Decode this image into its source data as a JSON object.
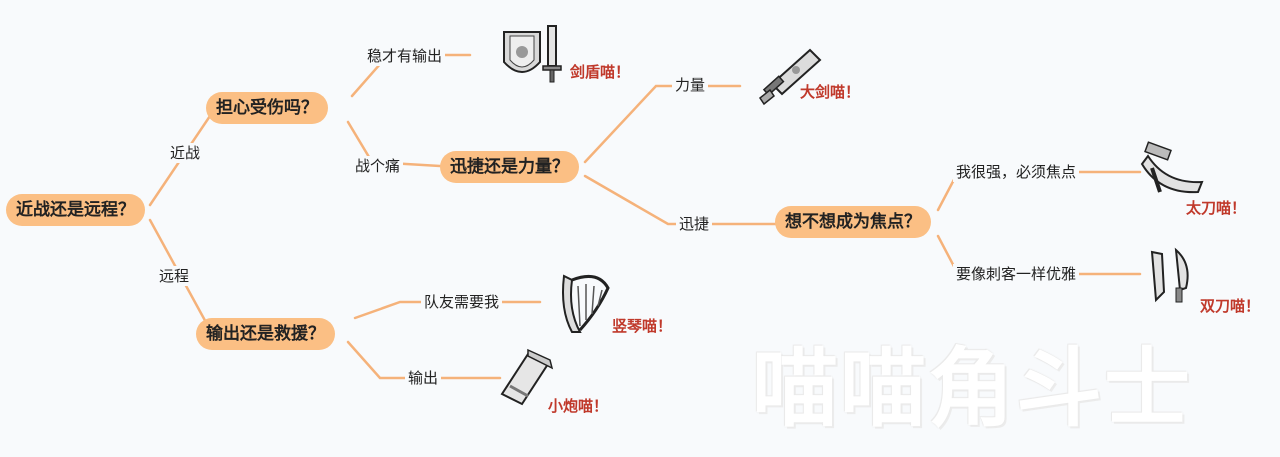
{
  "root": "近战还是远程？",
  "branch_melee": "近战",
  "branch_ranged": "远程",
  "q_worry_damage": "担心受伤吗？",
  "ans_steady_output": "稳才有输出",
  "result_sword_shield": "剑盾喵！",
  "ans_fight_pain": "战个痛",
  "q_agile_or_power": "迅捷还是力量？",
  "ans_power": "力量",
  "result_greatsword": "大剑喵！",
  "ans_agile": "迅捷",
  "q_focus": "想不想成为焦点？",
  "ans_strong_focus": "我很强，必须焦点",
  "result_tachi": "太刀喵！",
  "ans_assassin": "要像刺客一样优雅",
  "result_dual_blades": "双刀喵！",
  "q_output_or_rescue": "输出还是救援？",
  "ans_team_needs_me": "队友需要我",
  "result_harp": "竖琴喵！",
  "ans_output": "输出",
  "result_cannon": "小炮喵！",
  "watermark": "喵喵角斗士",
  "colors": {
    "node": "#fbbf84",
    "line": "#f5b27a",
    "result": "#c0392b"
  }
}
